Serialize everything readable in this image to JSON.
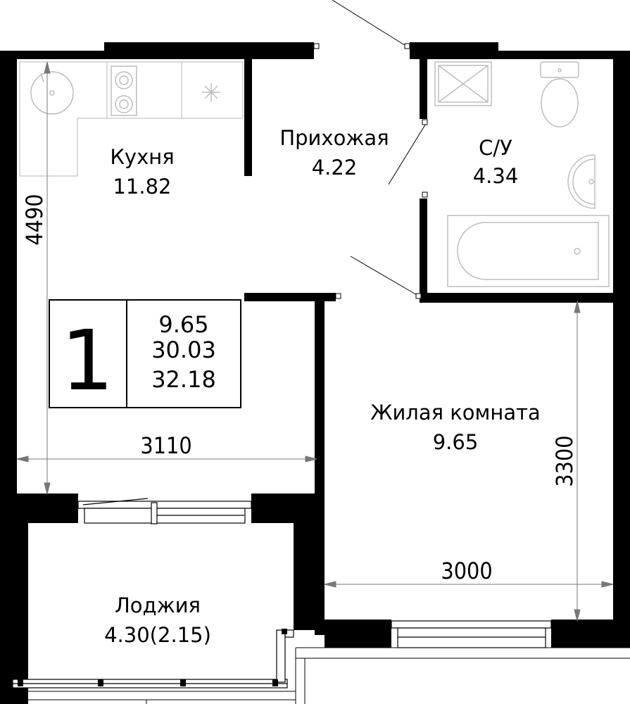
{
  "plan": {
    "rooms_count": "1",
    "areas": {
      "living": "9.65",
      "total_no_balcony": "30.03",
      "total": "32.18"
    },
    "rooms": {
      "kitchen": {
        "name": "Кухня",
        "area": "11.82"
      },
      "hall": {
        "name": "Прихожая",
        "area": "4.22"
      },
      "bath": {
        "name": "С/У",
        "area": "4.34"
      },
      "living": {
        "name": "Жилая комната",
        "area": "9.65"
      },
      "loggia": {
        "name": "Лоджия",
        "area": "4.30(2.15)"
      }
    },
    "dimensions": {
      "kitchen_height": "4490",
      "kitchen_width": "3110",
      "living_height": "3300",
      "living_width": "3000"
    },
    "icons": [
      "sink-icon",
      "stove-icon",
      "fan-icon",
      "toilet-icon",
      "washbasin-icon",
      "bathtub-icon",
      "shower-tray-icon"
    ]
  }
}
